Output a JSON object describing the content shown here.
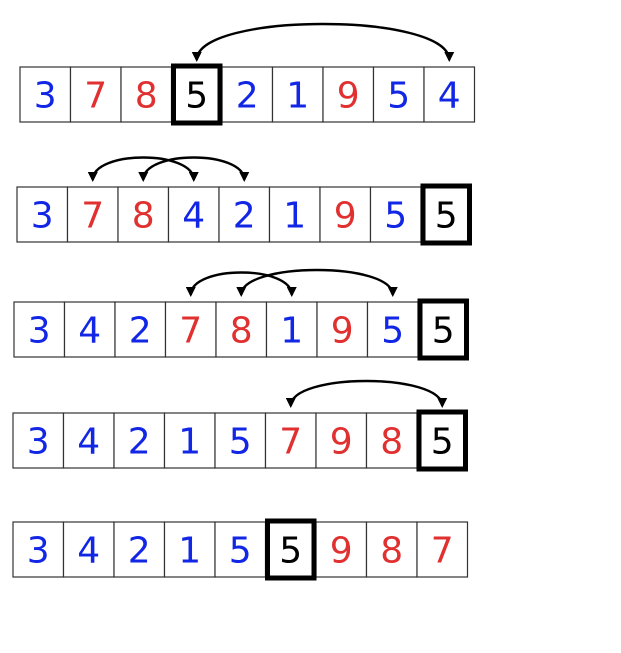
{
  "colors": {
    "blue": "#1226e6",
    "red": "#e03030",
    "black": "#000000",
    "border": "#333333"
  },
  "rows": [
    {
      "cells": [
        {
          "value": "3",
          "color": "blue"
        },
        {
          "value": "7",
          "color": "red"
        },
        {
          "value": "8",
          "color": "red"
        },
        {
          "value": "5",
          "color": "black",
          "pivot": true
        },
        {
          "value": "2",
          "color": "blue"
        },
        {
          "value": "1",
          "color": "blue"
        },
        {
          "value": "9",
          "color": "red"
        },
        {
          "value": "5",
          "color": "blue"
        },
        {
          "value": "4",
          "color": "blue"
        }
      ],
      "swaps": [
        [
          3,
          8
        ]
      ]
    },
    {
      "cells": [
        {
          "value": "3",
          "color": "blue"
        },
        {
          "value": "7",
          "color": "red"
        },
        {
          "value": "8",
          "color": "red"
        },
        {
          "value": "4",
          "color": "blue"
        },
        {
          "value": "2",
          "color": "blue"
        },
        {
          "value": "1",
          "color": "blue"
        },
        {
          "value": "9",
          "color": "red"
        },
        {
          "value": "5",
          "color": "blue"
        },
        {
          "value": "5",
          "color": "black",
          "pivot": true
        }
      ],
      "swaps": [
        [
          1,
          3
        ],
        [
          2,
          4
        ]
      ]
    },
    {
      "cells": [
        {
          "value": "3",
          "color": "blue"
        },
        {
          "value": "4",
          "color": "blue"
        },
        {
          "value": "2",
          "color": "blue"
        },
        {
          "value": "7",
          "color": "red"
        },
        {
          "value": "8",
          "color": "red"
        },
        {
          "value": "1",
          "color": "blue"
        },
        {
          "value": "9",
          "color": "red"
        },
        {
          "value": "5",
          "color": "blue"
        },
        {
          "value": "5",
          "color": "black",
          "pivot": true
        }
      ],
      "swaps": [
        [
          3,
          5
        ],
        [
          4,
          7
        ]
      ]
    },
    {
      "cells": [
        {
          "value": "3",
          "color": "blue"
        },
        {
          "value": "4",
          "color": "blue"
        },
        {
          "value": "2",
          "color": "blue"
        },
        {
          "value": "1",
          "color": "blue"
        },
        {
          "value": "5",
          "color": "blue"
        },
        {
          "value": "7",
          "color": "red"
        },
        {
          "value": "9",
          "color": "red"
        },
        {
          "value": "8",
          "color": "red"
        },
        {
          "value": "5",
          "color": "black",
          "pivot": true
        }
      ],
      "swaps": [
        [
          5,
          8
        ]
      ]
    },
    {
      "cells": [
        {
          "value": "3",
          "color": "blue"
        },
        {
          "value": "4",
          "color": "blue"
        },
        {
          "value": "2",
          "color": "blue"
        },
        {
          "value": "1",
          "color": "blue"
        },
        {
          "value": "5",
          "color": "blue"
        },
        {
          "value": "5",
          "color": "black",
          "pivot": true
        },
        {
          "value": "9",
          "color": "red"
        },
        {
          "value": "8",
          "color": "red"
        },
        {
          "value": "7",
          "color": "red"
        }
      ],
      "swaps": []
    }
  ]
}
